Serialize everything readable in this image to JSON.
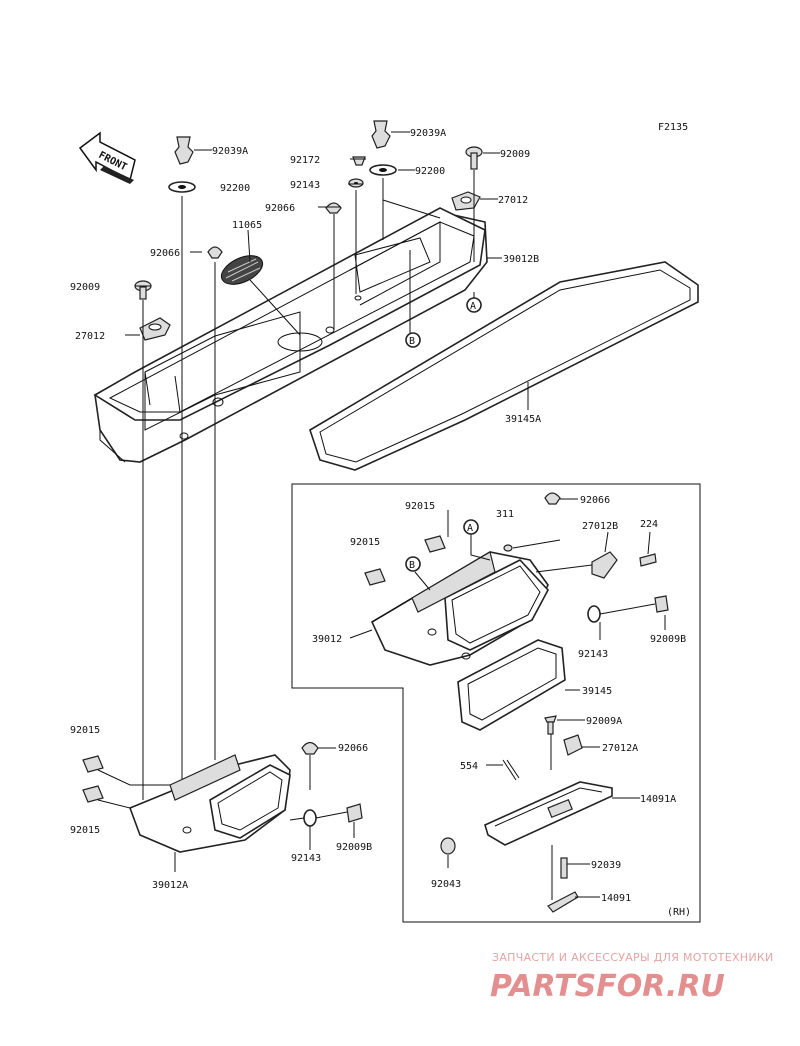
{
  "figure_code": "F2135",
  "front_label": "FRONT",
  "rh_label": "(RH)",
  "watermark": {
    "line1": "ЗАПЧАСТИ И АКСЕССУАРЫ ДЛЯ МОТОТЕХНИКИ",
    "line2": "PARTSFOR.RU"
  },
  "callouts": {
    "A": "A",
    "B": "B"
  },
  "parts": [
    {
      "id": "p_92039A_l",
      "label": "92039A"
    },
    {
      "id": "p_92039A_r",
      "label": "92039A"
    },
    {
      "id": "p_92172",
      "label": "92172"
    },
    {
      "id": "p_92009_top",
      "label": "92009"
    },
    {
      "id": "p_92143_top",
      "label": "92143"
    },
    {
      "id": "p_92200_l",
      "label": "92200"
    },
    {
      "id": "p_92200_r",
      "label": "92200"
    },
    {
      "id": "p_27012_top",
      "label": "27012"
    },
    {
      "id": "p_92066_top",
      "label": "92066"
    },
    {
      "id": "p_11065",
      "label": "11065"
    },
    {
      "id": "p_92066_left",
      "label": "92066"
    },
    {
      "id": "p_39012B",
      "label": "39012B"
    },
    {
      "id": "p_92009_left",
      "label": "92009"
    },
    {
      "id": "p_27012_left",
      "label": "27012"
    },
    {
      "id": "p_39145A",
      "label": "39145A"
    },
    {
      "id": "p_92015_box1",
      "label": "92015"
    },
    {
      "id": "p_92066_box",
      "label": "92066"
    },
    {
      "id": "p_311",
      "label": "311"
    },
    {
      "id": "p_27012B",
      "label": "27012B"
    },
    {
      "id": "p_224",
      "label": "224"
    },
    {
      "id": "p_92015_box2",
      "label": "92015"
    },
    {
      "id": "p_39012",
      "label": "39012"
    },
    {
      "id": "p_92143_box",
      "label": "92143"
    },
    {
      "id": "p_92009B_box",
      "label": "92009B"
    },
    {
      "id": "p_39145",
      "label": "39145"
    },
    {
      "id": "p_92009A",
      "label": "92009A"
    },
    {
      "id": "p_27012A",
      "label": "27012A"
    },
    {
      "id": "p_554",
      "label": "554"
    },
    {
      "id": "p_14091A",
      "label": "14091A"
    },
    {
      "id": "p_92039",
      "label": "92039"
    },
    {
      "id": "p_92043",
      "label": "92043"
    },
    {
      "id": "p_14091",
      "label": "14091"
    },
    {
      "id": "p_92015_bl1",
      "label": "92015"
    },
    {
      "id": "p_92066_bl",
      "label": "92066"
    },
    {
      "id": "p_92015_bl2",
      "label": "92015"
    },
    {
      "id": "p_92143_bl",
      "label": "92143"
    },
    {
      "id": "p_92009B_bl",
      "label": "92009B"
    },
    {
      "id": "p_39012A",
      "label": "39012A"
    }
  ]
}
